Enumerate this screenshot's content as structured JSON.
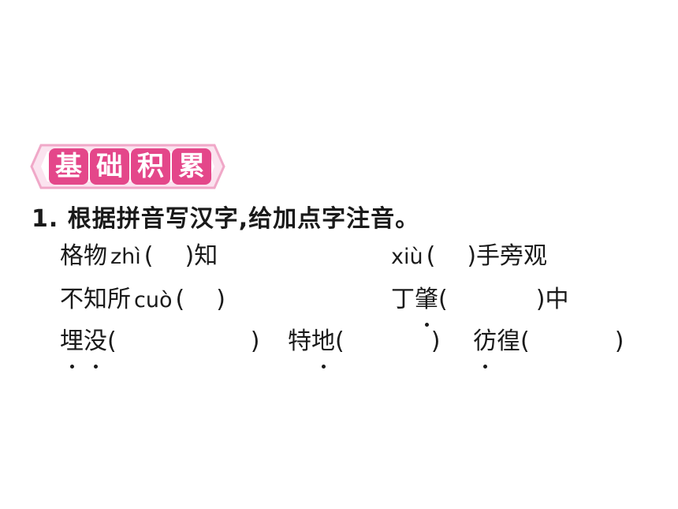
{
  "section_banner": {
    "chars": [
      "基",
      "础",
      "积",
      "累"
    ],
    "color": "#e4478a",
    "border_color": "#f0a8c8"
  },
  "question": {
    "text": "1. 根据拼音写汉字,给加点字注音。"
  },
  "items": {
    "gewu_before": "格物",
    "gewu_pinyin": "zhì",
    "gewu_after": "知",
    "xiu_pinyin": "xiù",
    "xiu_after": "手旁观",
    "buzhi_before": "不知所",
    "buzhi_pinyin": "cuò",
    "dingzhao_char1": "丁",
    "dingzhao_char2": "肇",
    "dingzhao_after": "中",
    "maimo_char1": "埋",
    "maimo_char2": "没",
    "tedi_char1": "特",
    "tedi_char2": "地",
    "panghuang_char1": "彷",
    "panghuang_char2": "徨",
    "paren_open": "(",
    "paren_close": ")"
  }
}
